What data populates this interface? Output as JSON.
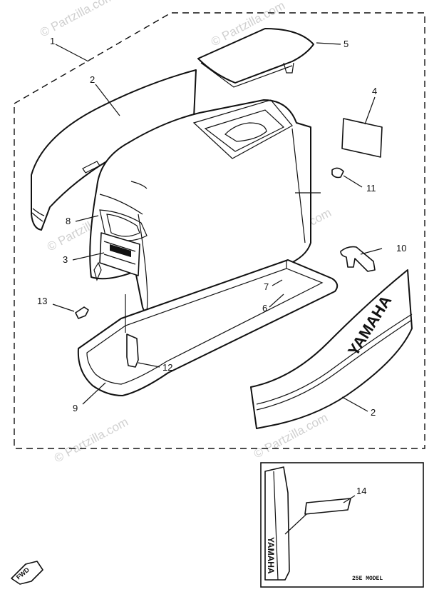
{
  "callouts": {
    "c1": "1",
    "c2a": "2",
    "c2b": "2",
    "c3": "3",
    "c4": "4",
    "c5": "5",
    "c6": "6",
    "c7": "7",
    "c8": "8",
    "c9": "9",
    "c10": "10",
    "c11": "11",
    "c12": "12",
    "c13": "13",
    "c14": "14"
  },
  "inset": {
    "model_label": "25E  MODEL"
  },
  "decals": {
    "brand_side": "YAMAHA",
    "brand_inset": "YAMAHA"
  },
  "fwd_label": "FWD",
  "watermarks": {
    "w1": "© Partzilla.com",
    "w2": "© Partzilla.com",
    "w3": "© Partzilla.com",
    "w4": "© Partzilla.com",
    "w5": "© Partzilla.com",
    "w6": "© Partzilla.com"
  }
}
